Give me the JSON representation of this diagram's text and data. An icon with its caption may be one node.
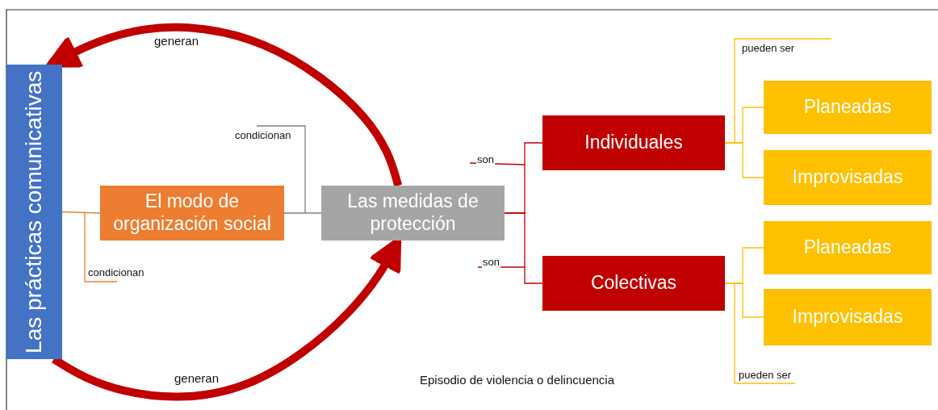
{
  "diagram": {
    "nodes": [
      {
        "text": [
          "Las prácticas comunicativas"
        ]
      },
      {
        "text": [
          "El modo de organización social"
        ]
      },
      {
        "text": [
          "Las medidas de protección"
        ]
      },
      {
        "text": [
          "Individuales"
        ]
      },
      {
        "text": [
          "Colectivas"
        ]
      },
      {
        "text": [
          "Planeadas"
        ]
      },
      {
        "text": [
          "Improvisadas"
        ]
      },
      {
        "text": [
          "Planeadas"
        ]
      },
      {
        "text": [
          "Improvisadas"
        ]
      }
    ],
    "edges": [
      {
        "from": 0,
        "to": 1,
        "arrow": "none",
        "label": "condicionan",
        "color": "#ed7d31"
      },
      {
        "from": 1,
        "to": 2,
        "arrow": "none",
        "label": "condicionan",
        "color": "#808080"
      },
      {
        "from": 2,
        "to": 3,
        "arrow": "none",
        "label": "son",
        "color": "#c00000"
      },
      {
        "from": 2,
        "to": 4,
        "arrow": "none",
        "label": "son",
        "color": "#c00000"
      },
      {
        "from": 3,
        "to": 5,
        "arrow": "none",
        "label": "pueden ser",
        "color": "#ffc000"
      },
      {
        "from": 3,
        "to": 6,
        "arrow": "none",
        "color": "#ffc000"
      },
      {
        "from": 4,
        "to": 7,
        "arrow": "none",
        "color": "#ffc000"
      },
      {
        "from": 4,
        "to": 8,
        "arrow": "none",
        "label": "pueden ser",
        "color": "#ffc000"
      },
      {
        "from": 2,
        "to": 0,
        "arrow": "to",
        "label": "generan",
        "style": "thick",
        "color": "#c00000"
      },
      {
        "from": 0,
        "to": 2,
        "arrow": "to",
        "label": "generan",
        "style": "thick",
        "color": "#c00000"
      }
    ],
    "labels": [
      "Episodio de violencia o delincuencia"
    ]
  }
}
